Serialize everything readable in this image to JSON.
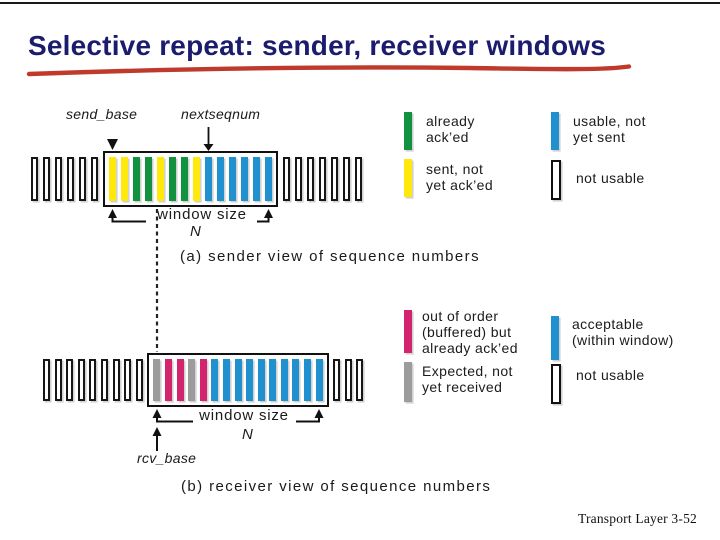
{
  "title": {
    "text": "Selective repeat: sender, receiver windows"
  },
  "footer": {
    "text": "Transport Layer 3-52"
  },
  "palette": {
    "green": "#12913f",
    "yellow": "#ffe90c",
    "blue": "#2190cf",
    "pink": "#d3256e",
    "gray": "#9c9c9c",
    "white": "#ffffff",
    "underline_red": "#bf3a2b",
    "title_navy": "#1c1c6e"
  },
  "sender": {
    "send_base_label": "send_base",
    "nextseqnum_label": "nextseqnum",
    "window_size_label": "window size",
    "window_n_label": "N",
    "caption": "(a) sender view of sequence numbers",
    "bars": {
      "outside_left": [
        "white",
        "white",
        "white",
        "white",
        "white",
        "white"
      ],
      "window": [
        "yellow",
        "yellow",
        "green",
        "green",
        "yellow",
        "green",
        "green",
        "yellow",
        "blue",
        "blue",
        "blue",
        "blue",
        "blue",
        "blue"
      ],
      "outside_right": [
        "white",
        "white",
        "white",
        "white",
        "white",
        "white",
        "white"
      ]
    },
    "legend": [
      {
        "color": "green",
        "label": "already\nack’ed"
      },
      {
        "color": "yellow",
        "label": "sent, not\nyet ack’ed"
      },
      {
        "color": "blue",
        "label": "usable, not\nyet sent"
      },
      {
        "color": "white",
        "label": "not usable"
      }
    ]
  },
  "receiver": {
    "rcv_base_label": "rcv_base",
    "window_size_label": "window size",
    "window_n_label": "N",
    "caption": "(b) receiver view of sequence numbers",
    "bars": {
      "outside_left": [
        "white",
        "white",
        "white",
        "white",
        "white",
        "white",
        "white",
        "white",
        "white"
      ],
      "window": [
        "gray",
        "pink",
        "pink",
        "gray",
        "pink",
        "blue",
        "blue",
        "blue",
        "blue",
        "blue",
        "blue",
        "blue",
        "blue",
        "blue",
        "blue"
      ],
      "outside_right": [
        "white",
        "white",
        "white"
      ]
    },
    "legend": [
      {
        "color": "pink",
        "label": "out of order\n(buffered) but\nalready ack’ed"
      },
      {
        "color": "gray",
        "label": "Expected,  not\nyet received"
      },
      {
        "color": "blue",
        "label": "acceptable\n(within window)"
      },
      {
        "color": "white",
        "label": "not usable"
      }
    ]
  }
}
